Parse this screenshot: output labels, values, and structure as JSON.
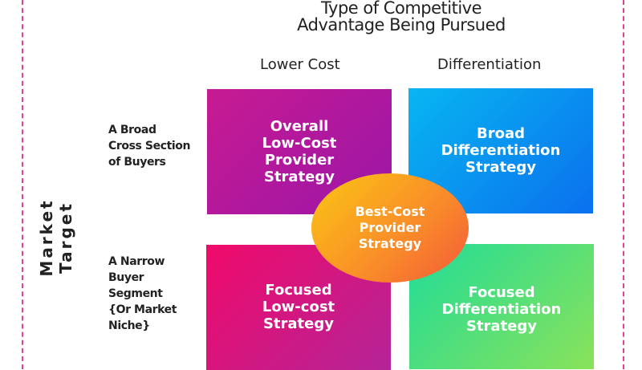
{
  "title": [
    "Type of Competitive",
    "Advantage Being Pursued"
  ],
  "columns": {
    "lower_cost": "Lower Cost",
    "differentiation": "Differentiation"
  },
  "axis_label": "Market Target",
  "rows": {
    "broad": [
      "A Broad",
      "Cross Section",
      "of Buyers"
    ],
    "narrow": [
      "A Narrow",
      "Buyer",
      "Segment",
      "{Or Market",
      "Niche}"
    ]
  },
  "quadrants": {
    "tl": [
      "Overall",
      "Low-Cost",
      "Provider",
      "Strategy"
    ],
    "tr": [
      "Broad",
      "Differentiation",
      "Strategy"
    ],
    "bl": [
      "Focused",
      "Low-cost",
      "Strategy"
    ],
    "br": [
      "Focused",
      "Differentiation",
      "Strategy"
    ]
  },
  "center": [
    "Best-Cost",
    "Provider",
    "Strategy"
  ],
  "colors": {
    "border": "#e0429a",
    "tl": "#c0189a",
    "tr": "#0a8ff0",
    "bl": "#ec0b6e",
    "br": "#3ddf8e",
    "center": "#f98a2a"
  }
}
